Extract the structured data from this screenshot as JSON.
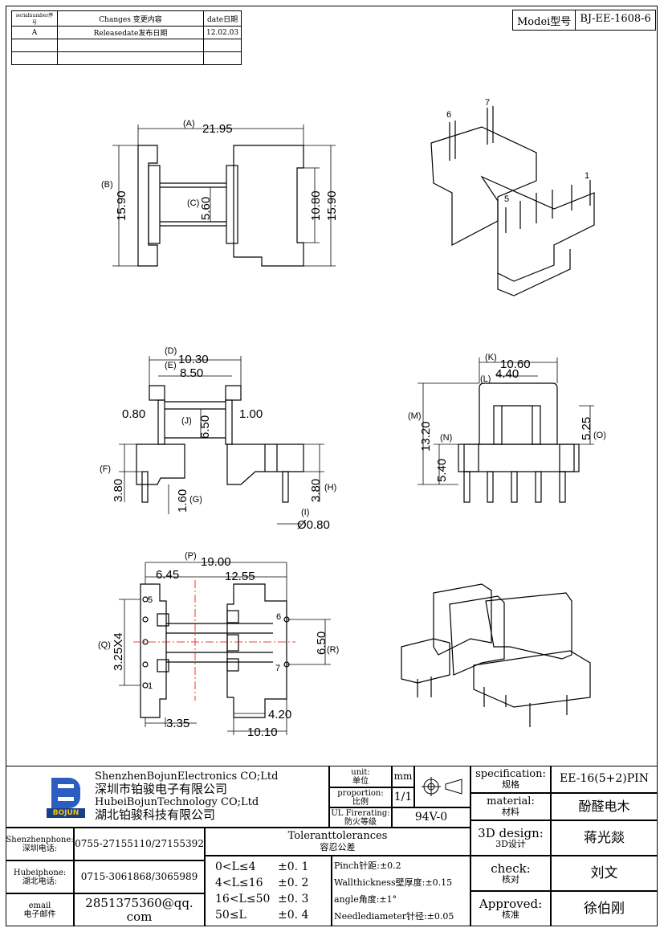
{
  "revision_table": {
    "headers": [
      "serialnumber序号",
      "Changes 变更内容",
      "date日期"
    ],
    "rows": [
      [
        "A",
        "Releasedate发布日期",
        "12.02.03"
      ],
      [
        "",
        "",
        ""
      ],
      [
        "",
        "",
        ""
      ]
    ]
  },
  "model": {
    "label": "Modei型号",
    "value": "BJ-EE-1608-6"
  },
  "dims": {
    "top": {
      "A": "(A)",
      "A_val": "21.95",
      "B": "(B)",
      "B_val": "15.90",
      "C": "(C)",
      "C_val": "5.60",
      "h1": "10.80",
      "h2": "15.90"
    },
    "front": {
      "D": "(D)",
      "D_val": "10.30",
      "E": "(E)",
      "E_val": "8.50",
      "l080": "0.80",
      "J": "(J)",
      "J_val": "6.50",
      "r100": "1.00",
      "F": "(F)",
      "F_val": "3.80",
      "G": "(G)",
      "G_val": "1.60",
      "H": "(H)",
      "H_val": "3.80",
      "I": "(I)",
      "I_val": "Ø0.80"
    },
    "side": {
      "K": "(K)",
      "K_val": "10.60",
      "L": "(L)",
      "L_val": "4.40",
      "M": "(M)",
      "M_val": "13.20",
      "N": "(N)",
      "N_val": "5.40",
      "O": "(O)",
      "O_val": "5.25"
    },
    "bottom": {
      "P": "(P)",
      "P_val": "19.00",
      "v645": "6.45",
      "v1255": "12.55",
      "Q": "(Q)",
      "Q_val": "3.25X4",
      "R": "(R)",
      "R_val": "6.50",
      "v335": "3.35",
      "v420": "4.20",
      "v1010": "10.10",
      "pin1": "1",
      "pin5": "5",
      "pin6": "6",
      "pin7": "7"
    },
    "iso": {
      "pin1": "1",
      "pin5": "5",
      "pin6": "6",
      "pin7": "7"
    }
  },
  "company": {
    "en1": "ShenzhenBojunElectronics CO;Ltd",
    "cn1": "深圳市铂骏电子有限公司",
    "en2": "HubeiBojunTechnology CO;Ltd",
    "cn2": "湖北铂骏科技有限公司",
    "logo": "BOJUN"
  },
  "title_block": {
    "unit_label": "unit:",
    "unit_label_cn": "单位",
    "unit_value": "mm",
    "proportion_label": "proportion:",
    "proportion_label_cn": "比例",
    "proportion_value": "1/1",
    "ul_label": "UL Firerating:",
    "ul_label_cn": "防火等级",
    "ul_value": "94V-0",
    "spec_label": "specification:",
    "spec_label_cn": "规格",
    "spec_value": "EE-16(5+2)PIN",
    "material_label": "material:",
    "material_label_cn": "材料",
    "material_value": "酚醛电木",
    "design_label": "3D design:",
    "design_label_cn": "3D设计",
    "design_value": "蒋光燚",
    "check_label": "check:",
    "check_label_cn": "核对",
    "check_value": "刘文",
    "approved_label": "Approved:",
    "approved_label_cn": "核准",
    "approved_value": "徐伯刚",
    "sz_phone_label": "Shenzhenphone:",
    "sz_phone_label_cn": "深圳电话:",
    "sz_phone": "0755-27155110/27155392",
    "hb_phone_label": "Hubeiphone:",
    "hb_phone_label_cn": "湖北电话:",
    "hb_phone": "0715-3061868/3065989",
    "email_label": "email",
    "email_label_cn": "电子邮件",
    "email": "2851375360@qq. com",
    "tol_title": "Toleranttolerances",
    "tol_title_cn": "容忍公差",
    "tol_ranges": [
      "0<L≤4",
      "4<L≤16",
      "16<L≤50",
      "50≤L"
    ],
    "tol_values": [
      "±0. 1",
      "±0. 2",
      "±0. 3",
      "±0. 4"
    ],
    "notes": [
      "Pinch针距:±0.2",
      "Wallthickness壁厚度:±0.15",
      "angle角度:±1°",
      "Needlediameter针径:±0.05"
    ]
  }
}
